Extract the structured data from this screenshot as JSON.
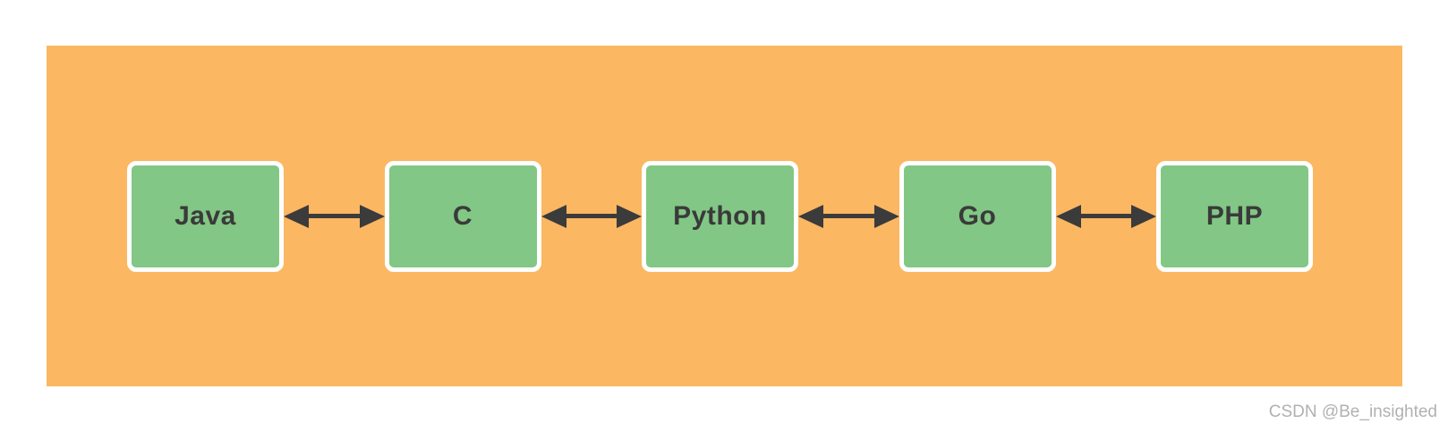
{
  "diagram": {
    "type": "flow",
    "connector_style": "bidirectional-arrow",
    "nodes": [
      {
        "label": "Java"
      },
      {
        "label": "C"
      },
      {
        "label": "Python"
      },
      {
        "label": "Go"
      },
      {
        "label": "PHP"
      }
    ],
    "edges": [
      {
        "from": "Java",
        "to": "C",
        "direction": "both"
      },
      {
        "from": "C",
        "to": "Python",
        "direction": "both"
      },
      {
        "from": "Python",
        "to": "Go",
        "direction": "both"
      },
      {
        "from": "Go",
        "to": "PHP",
        "direction": "both"
      }
    ],
    "colors": {
      "canvas_background": "#fbb762",
      "node_fill": "#82c785",
      "node_border": "#ffffff",
      "node_text": "#3a3a3a",
      "arrow": "#3b3b3b"
    }
  },
  "watermark": {
    "text": "CSDN @Be_insighted",
    "color": "#b1b1b1"
  }
}
